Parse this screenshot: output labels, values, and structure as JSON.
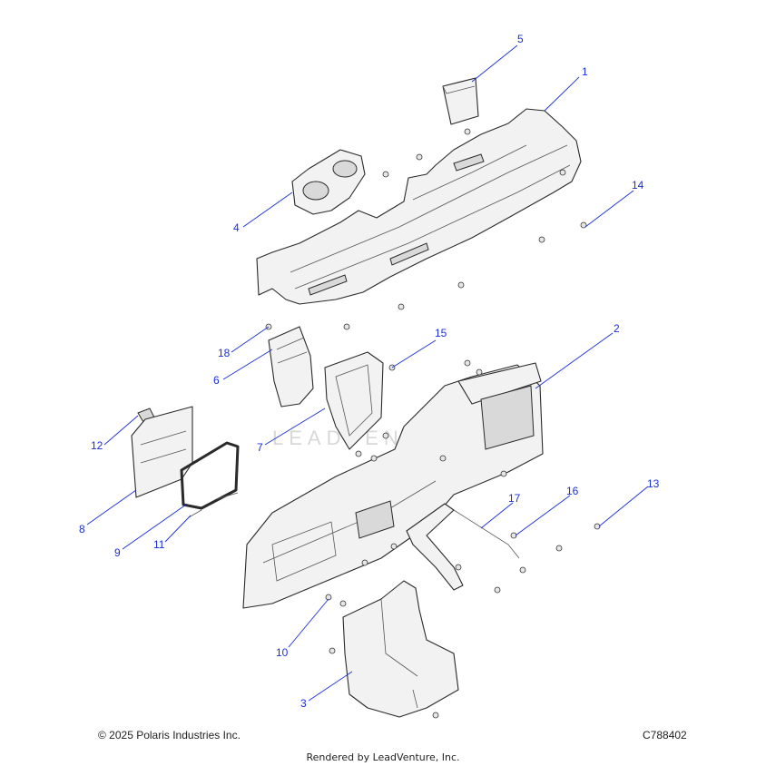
{
  "callouts": [
    "5",
    "1",
    "14",
    "4",
    "18",
    "15",
    "2",
    "6",
    "12",
    "7",
    "8",
    "9",
    "11",
    "13",
    "16",
    "17",
    "10",
    "3"
  ],
  "footer": {
    "copyright": "© 2025 Polaris Industries Inc.",
    "drawing_id": "C788402",
    "rendered_by": "Rendered by LeadVenture, Inc."
  },
  "watermark": "LEADVENTURE"
}
